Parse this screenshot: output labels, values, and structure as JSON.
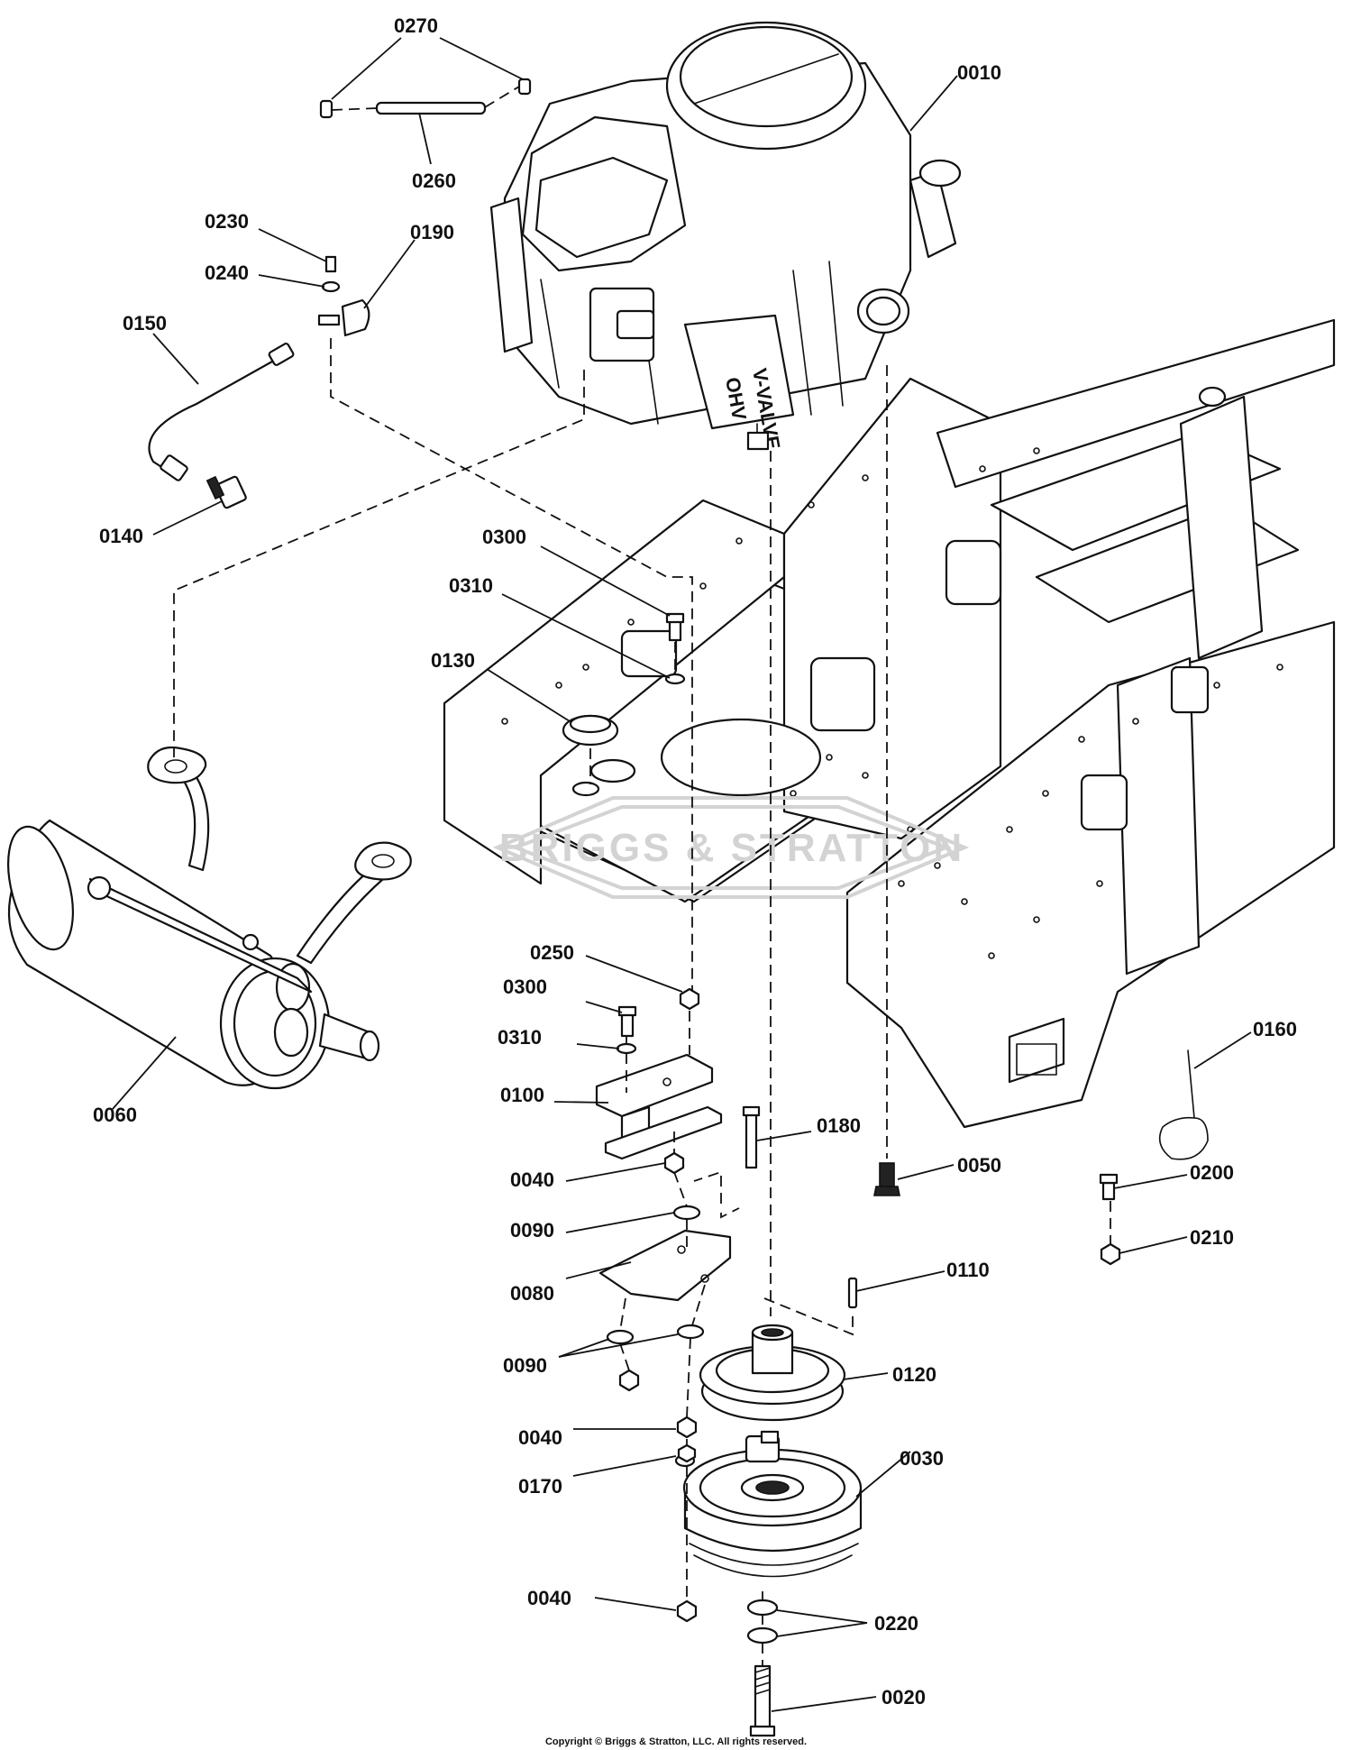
{
  "watermark": {
    "text": "BRIGGS & STRATTON"
  },
  "engine_labels": {
    "ohv": "OHV",
    "valve": "V-VALVE"
  },
  "callouts": [
    {
      "label": "0270"
    },
    {
      "label": "0010"
    },
    {
      "label": "0260"
    },
    {
      "label": "0230"
    },
    {
      "label": "0190"
    },
    {
      "label": "0240"
    },
    {
      "label": "0150"
    },
    {
      "label": "0140"
    },
    {
      "label": "0300"
    },
    {
      "label": "0310"
    },
    {
      "label": "0130"
    },
    {
      "label": "0250"
    },
    {
      "label": "0300"
    },
    {
      "label": "0310"
    },
    {
      "label": "0100"
    },
    {
      "label": "0180"
    },
    {
      "label": "0060"
    },
    {
      "label": "0040"
    },
    {
      "label": "0050"
    },
    {
      "label": "0160"
    },
    {
      "label": "0200"
    },
    {
      "label": "0210"
    },
    {
      "label": "0090"
    },
    {
      "label": "0080"
    },
    {
      "label": "0110"
    },
    {
      "label": "0090"
    },
    {
      "label": "0120"
    },
    {
      "label": "0040"
    },
    {
      "label": "0170"
    },
    {
      "label": "0030"
    },
    {
      "label": "0040"
    },
    {
      "label": "0220"
    },
    {
      "label": "0020"
    }
  ],
  "copyright": "Copyright © Briggs & Stratton, LLC. All rights reserved."
}
